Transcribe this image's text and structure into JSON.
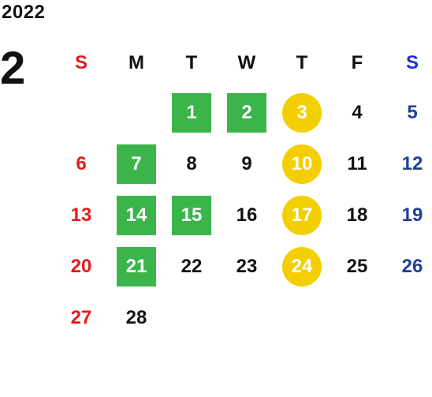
{
  "header": {
    "year": "2022",
    "month": "2"
  },
  "weekdays": [
    "S",
    "M",
    "T",
    "W",
    "T",
    "F",
    "S"
  ],
  "colors": {
    "sunday_text": "#e31b1b",
    "saturday_text": "#1d3f99",
    "green_highlight": "#3bb54a",
    "yellow_highlight": "#f3cf00"
  },
  "weeks": [
    [
      "",
      "",
      "1",
      "2",
      "3",
      "4",
      "5"
    ],
    [
      "6",
      "7",
      "8",
      "9",
      "10",
      "11",
      "12"
    ],
    [
      "13",
      "14",
      "15",
      "16",
      "17",
      "18",
      "19"
    ],
    [
      "20",
      "21",
      "22",
      "23",
      "24",
      "25",
      "26"
    ],
    [
      "27",
      "28",
      "",
      "",
      "",
      "",
      ""
    ]
  ],
  "highlights": {
    "green": [
      "1",
      "2",
      "7",
      "14",
      "15",
      "21"
    ],
    "yellow": [
      "3",
      "10",
      "17",
      "24"
    ]
  }
}
